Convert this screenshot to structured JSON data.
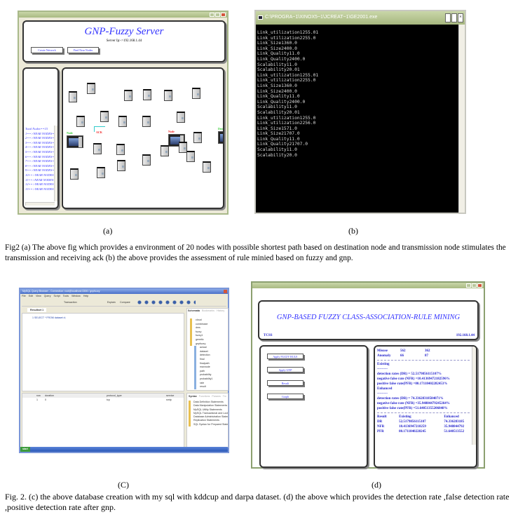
{
  "panel_a": {
    "title": "GNP-Fuzzy Server",
    "server_ip": "Server Ip:->192.168.1.44",
    "buttons": [
      "Create Network",
      "Find Near Nodes"
    ],
    "node_list": [
      "Total Nodes==15",
      "1==>NEAR NODES=",
      "2==>NEAR NODES=",
      "3==>NEAR NODES=",
      "4==>NEAR NODES=",
      "5==>NEAR NODES=",
      "6==>NEAR NODES=",
      "7==>NEAR NODES=",
      "8==>NEAR NODES=",
      "9==>NEAR NODES=",
      "10==>NEAR NODES=",
      "11==>NEAR NODES=",
      "12==>NEAR NODES=",
      "13==>NEAR NODES="
    ],
    "source_label": "Node",
    "dest_label": "Node",
    "end_label": "Dest",
    "ack_label": "ACK",
    "caption": "(a)"
  },
  "panel_b": {
    "title": "C:\\PROGRA~1\\XINOX5~1\\JCREAT~1\\GE2001.exe",
    "lines": [
      "Link_utilization1255.01",
      "Link_utilization2255.0",
      "Link_Size1360.0",
      "Link_Size2400.0",
      "Link_Quality11.0",
      "Link_Quality2400.0",
      "Scalability11.0",
      "Scalability20.01",
      "Link_utilization1255.01",
      "Link_utilization2255.0",
      "Link_Size1360.0",
      "Link_Size2400.0",
      "Link_Quality11.0",
      "Link_Quality2400.0",
      "Scalability11.0",
      "Scalability20.01",
      "Link_utilization1255.0",
      "Link_utilization2256.0",
      "Link_Size1571.0",
      "Link_Size21707.0",
      "Link_Quality11.0",
      "Link_Quality21707.0",
      "Scalability11.0",
      "Scalability20.0"
    ],
    "caption": "(b)"
  },
  "caption_fig2a": "Fig2  (a) The above fig which provides a environment of 20 nodes with possible shortest path based on destination node and transmission node stimulates the transmission and receiving ack (b) the above provides the assessment of rule minied based on fuzzy and gnp.",
  "panel_c": {
    "title": "MySQL Query Browser - Connection: root@localhost:3306 / gnpfuzzy",
    "menu": [
      "File",
      "Edit",
      "View",
      "Query",
      "Script",
      "Tools",
      "Window",
      "Help"
    ],
    "toolbar": {
      "transaction": "Transaction",
      "explain": "Explain",
      "compare": "Compare"
    },
    "tab": "Resultset 1",
    "query": "1  SELECT * FROM dataset d;",
    "columns": [
      "row",
      "duration",
      "protocol_type",
      "service"
    ],
    "row": [
      "1",
      "0",
      "tcp",
      "smtp"
    ],
    "schemata_tabs": [
      "Schemata",
      "Bookmarks",
      "History"
    ],
    "schemas": [
      "cloud",
      "combinaxe",
      "dms",
      "fuzzy",
      "fuzzy1",
      "genetic",
      "gnpfuzzy"
    ],
    "tables": [
      "actual",
      "dataset",
      "detection",
      "final",
      "finalpath",
      "maxnode",
      "path",
      "probability",
      "probability1",
      "rate",
      "result"
    ],
    "syntax_tabs": [
      "Syntax",
      "Functions",
      "Params",
      "Trx"
    ],
    "syntax_items": [
      "Data Definition Statements",
      "Data Manipulation Statements",
      "MySQL Utility Statements",
      "MySQL Transactional and Locking ...",
      "Database Administration Statements",
      "Replication Statements",
      "SQL Syntax for Prepared Statements"
    ],
    "taskbar_start": "start",
    "caption": "(C)"
  },
  "panel_d": {
    "title": "GNP-BASED FUZZY CLASS-ASSOCIATION-RULE MINING",
    "left_label": "TCSS",
    "ip": "192.168.1.44",
    "buttons": [
      "Apply FUZZY RULE",
      "Apply GNP",
      "Result",
      "Graph"
    ],
    "counts": [
      [
        "Misuse",
        "562",
        "362"
      ],
      [
        "Anomaly",
        "66",
        "87"
      ]
    ],
    "existing_heading": "Existing",
    "existing": [
      "detection rates (DR) = 52.5179856115107%",
      "negative false rate (NFR) =10.41369472182596%",
      "positive false rate(PFR) =80.17118402282453%"
    ],
    "enhanced_heading": "Enhanced",
    "enhanced": [
      "detection rates (DR) = 74.33628318584071%",
      "negative false rate (NFR) =35.94884479245264%",
      "positive false rate(PFR) =51.64051355206848%"
    ],
    "table_header": [
      "Result",
      "Existing",
      "Enhanced"
    ],
    "table_rows": [
      [
        "DR",
        "52.5179856115107",
        "74.336283185"
      ],
      [
        "NFR",
        "10.4136947218259",
        "35.948844792"
      ],
      [
        "PFR",
        "80.1711840228245",
        "51.640513552"
      ]
    ],
    "caption": "(d)"
  },
  "caption_fig2c": "Fig. 2. (c) the above database creation with my sql with kddcup and darpa dataset. (d) the above which provides the detection rate ,false detection rate ,positive detection rate after gnp."
}
